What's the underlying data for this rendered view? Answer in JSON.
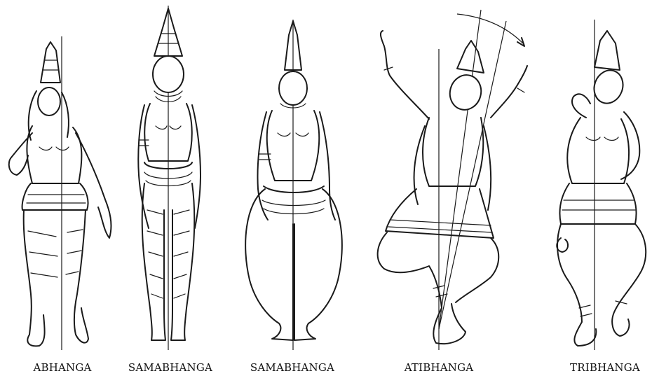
{
  "figure": {
    "poses": [
      {
        "id": "abhanga",
        "label": "ABHANGA"
      },
      {
        "id": "samabhanga-1",
        "label": "SAMABHANGA"
      },
      {
        "id": "samabhanga-2",
        "label": "SAMABHANGA"
      },
      {
        "id": "atibhanga",
        "label": "ATIBHANGA"
      },
      {
        "id": "tribhanga",
        "label": "TRIBHANGA"
      }
    ]
  }
}
